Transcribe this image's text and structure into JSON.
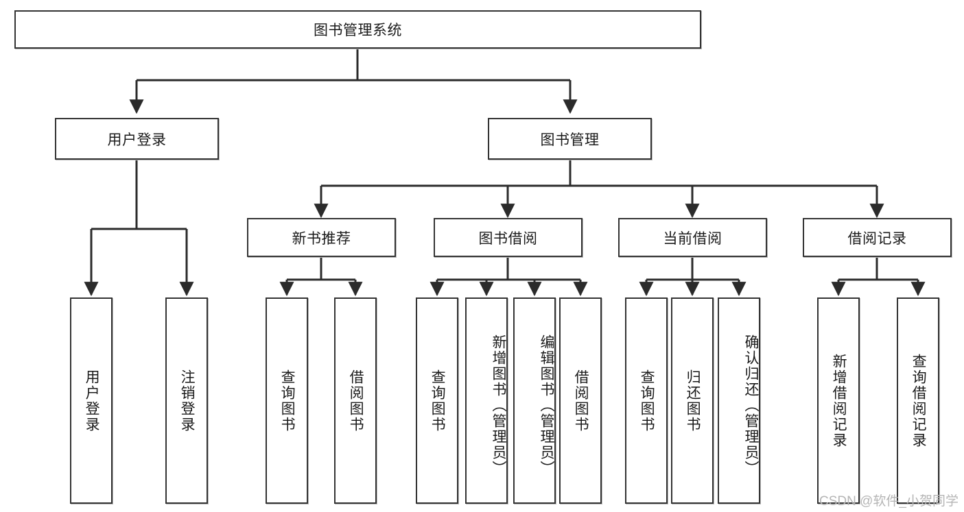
{
  "diagram": {
    "title": "图书管理系统",
    "type": "tree-hierarchy-diagram",
    "colors": {
      "box_border": "#333333",
      "box_fill": "#ffffff",
      "connector": "#2b2b2b",
      "watermark": "#b5b5b5"
    },
    "root": {
      "label": "图书管理系统"
    },
    "level2": [
      {
        "label": "用户登录"
      },
      {
        "label": "图书管理"
      }
    ],
    "level3": [
      {
        "label": "新书推荐"
      },
      {
        "label": "图书借阅"
      },
      {
        "label": "当前借阅"
      },
      {
        "label": "借阅记录"
      }
    ],
    "leaves": {
      "user_login": [
        {
          "label": "用户登录"
        },
        {
          "label": "注销登录"
        }
      ],
      "new_book": [
        {
          "label": "查询图书"
        },
        {
          "label": "借阅图书"
        }
      ],
      "book_borrow": [
        {
          "label": "查询图书"
        },
        {
          "label": "新增图书（管理员）"
        },
        {
          "label": "编辑图书（管理员）"
        },
        {
          "label": "借阅图书"
        }
      ],
      "current_borrow": [
        {
          "label": "查询图书"
        },
        {
          "label": "归还图书"
        },
        {
          "label": "确认归还（管理员）"
        }
      ],
      "borrow_record": [
        {
          "label": "新增借阅记录"
        },
        {
          "label": "查询借阅记录"
        }
      ]
    },
    "watermark": "CSDN @软件_小贺同学"
  }
}
